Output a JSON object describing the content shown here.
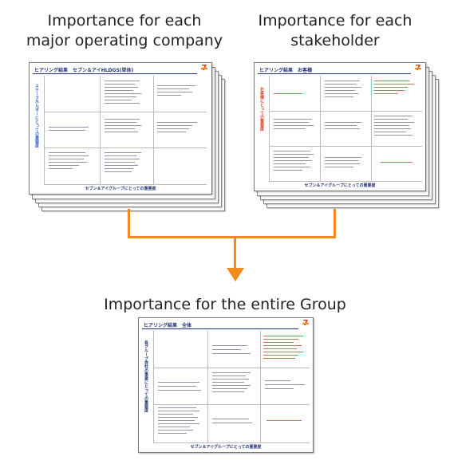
{
  "headings": {
    "left": "Importance for each major operating company",
    "right": "Importance for each stakeholder",
    "bottom": "Importance for the entire Group"
  },
  "docs": {
    "left_title": "ヒアリング結果　セブン＆アイHLDGS(単体)",
    "right_title": "ヒアリング結果　お客様",
    "bottom_title": "ヒアリング結果　全体",
    "left_vlabel": "ステークホルダーにとっての重要度",
    "right_vlabel": "お客様にとっての重要度",
    "bottom_vlabel": "各グループ会社の事業にとっての重要度",
    "footer": "セブン＆アイグループにとっての重要度"
  },
  "colors": {
    "arrow": "#f08a1c",
    "doc_title": "#223377",
    "highlight": "#e8665a",
    "logo": "#e3371e"
  }
}
